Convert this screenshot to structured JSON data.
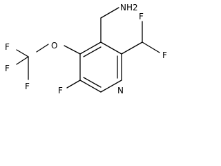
{
  "molecule": {
    "atoms": {
      "nh2": "NH2",
      "f_chf2_a": "F",
      "f_chf2_b": "F",
      "o": "O",
      "f_cf3_a": "F",
      "f_cf3_b": "F",
      "f_cf3_c": "F",
      "f_ring": "F",
      "n_ring": "N"
    }
  }
}
